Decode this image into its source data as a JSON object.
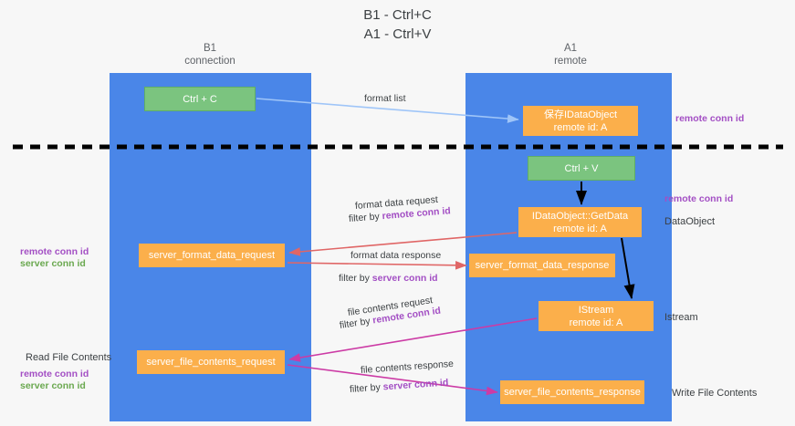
{
  "title": "B1 - Ctrl+C\nA1 - Ctrl+V",
  "lanes": [
    {
      "name": "B1",
      "sub": "connection",
      "header": "B1\nconnection"
    },
    {
      "name": "A1",
      "sub": "remote",
      "header": "A1\nremote"
    }
  ],
  "boxes": {
    "ctrl_c": "Ctrl + C",
    "ctrl_v": "Ctrl + V",
    "save_idataobject": "保存IDataObject\nremote id: A",
    "getdata": "IDataObject::GetData\nremote id: A",
    "istream": "IStream\nremote id: A",
    "server_format_data_request": "server_format_data_request",
    "server_format_data_response": "server_format_data_response",
    "server_file_contents_request": "server_file_contents_request",
    "server_file_contents_response": "server_file_contents_response"
  },
  "arrow_labels": {
    "format_list": "format list",
    "format_data_request": "format data request",
    "format_data_request_filter_prefix": "filter by ",
    "format_data_request_filter_key": "remote conn id",
    "format_data_response": "format data response",
    "format_data_response_filter_prefix": "filter by ",
    "format_data_response_filter_key": "server conn id",
    "file_contents_request": "file contents request",
    "file_contents_request_filter_prefix": "filter by ",
    "file_contents_request_filter_key": "remote conn id",
    "file_contents_response": "file contents response",
    "file_contents_response_filter_prefix": "filter by ",
    "file_contents_response_filter_key": "server conn id"
  },
  "right_labels": {
    "remote_conn_id_top": "remote conn id",
    "remote_conn_id_mid": "remote conn id",
    "dataobject": "DataObject",
    "istream": "Istream",
    "write_file_contents": "Write File Contents"
  },
  "left_labels": {
    "remote_conn_id_1": "remote conn id",
    "server_conn_id_1": "server conn id",
    "read_file_contents": "Read File Contents",
    "remote_conn_id_2": "remote conn id",
    "server_conn_id_2": "server conn id"
  },
  "colors": {
    "lane": "#4a86e8",
    "green_box": "#7bc47f",
    "orange_box": "#fbaf4b",
    "purple_text": "#a34fc4",
    "green_text": "#6aa84f",
    "arrow_lightblue": "#9fc5f8",
    "arrow_red": "#e06666",
    "arrow_magenta": "#cc3ba5",
    "arrow_black": "#000000",
    "divider": "#000000",
    "background": "#f7f7f7"
  }
}
